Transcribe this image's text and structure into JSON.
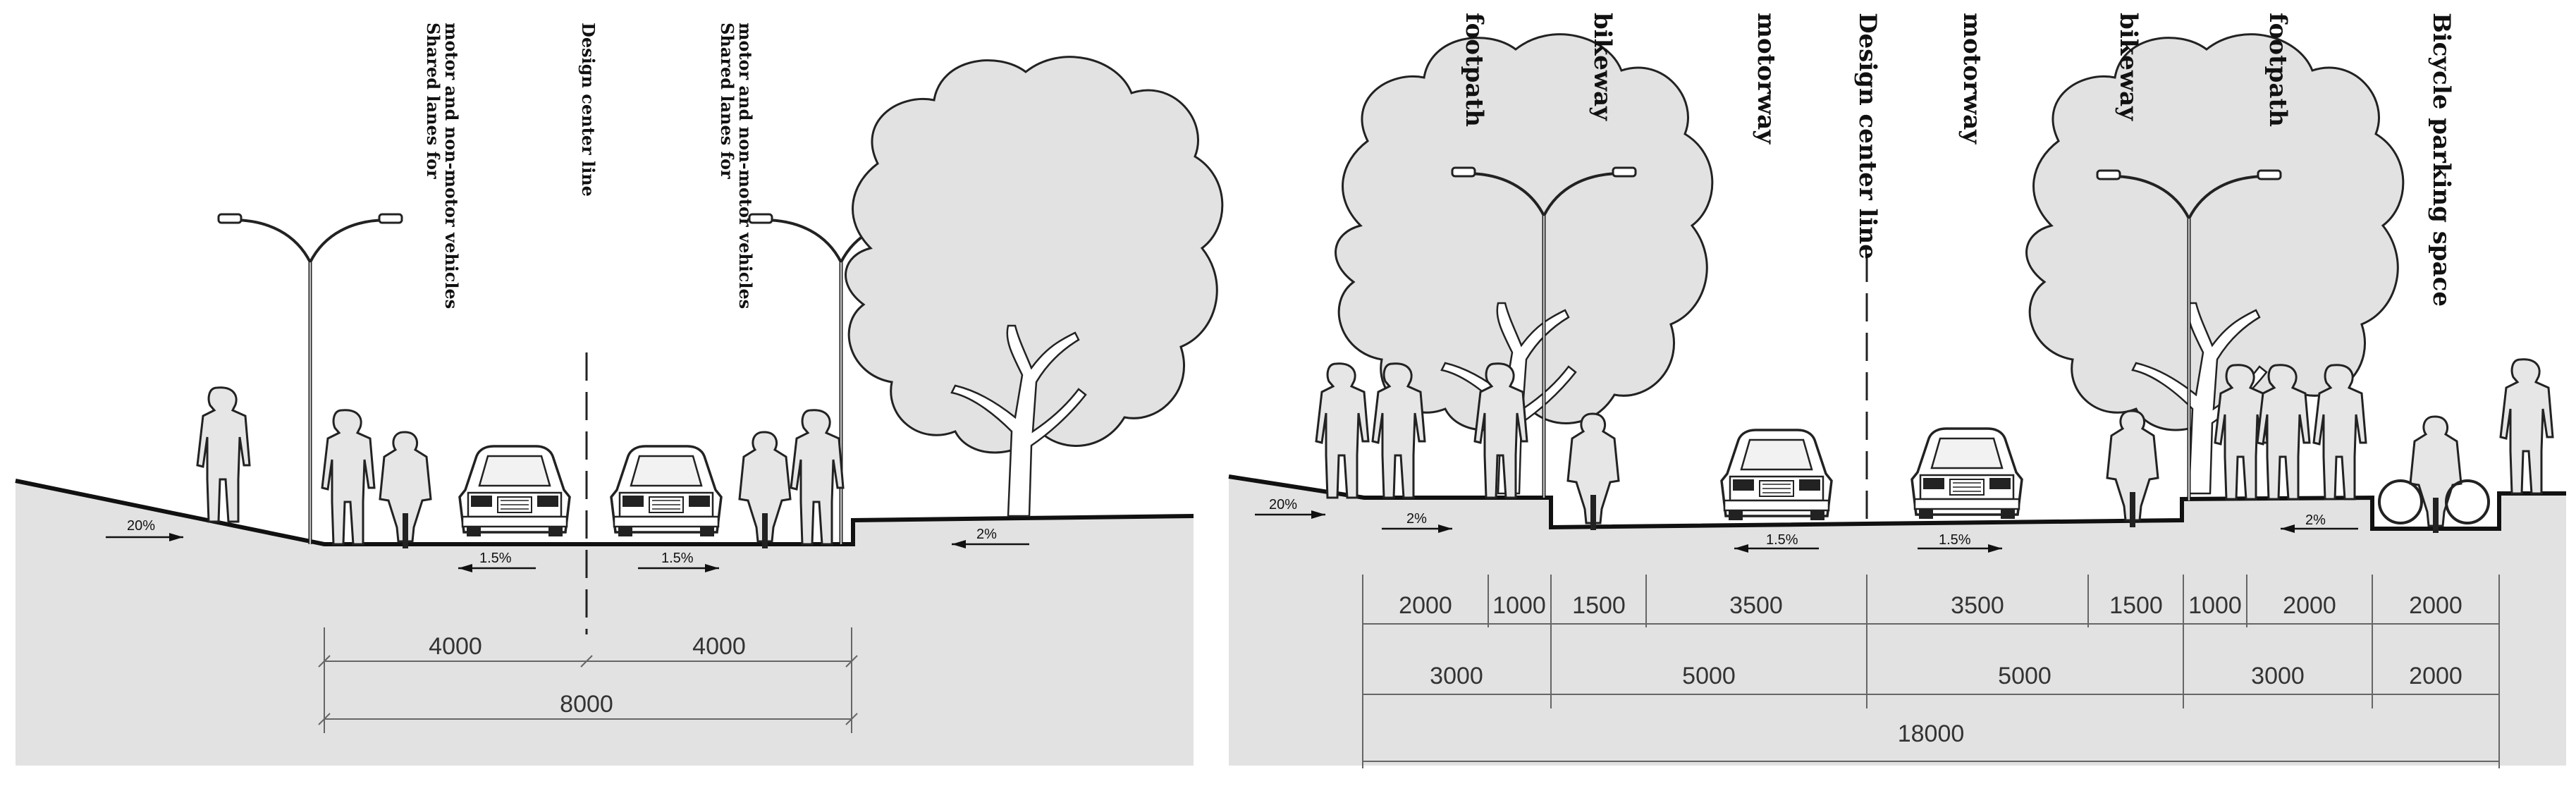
{
  "left_section": {
    "labels": {
      "shared_left_1": "Shared lanes for",
      "shared_left_2": "motor and non-motor vehicles",
      "center": "Design center line",
      "shared_right_1": "Shared lanes for",
      "shared_right_2": "motor and non-motor vehicles"
    },
    "slopes": [
      "20%",
      "1.5%",
      "1.5%",
      "2%"
    ],
    "dimensions": {
      "lane_left": "4000",
      "lane_right": "4000",
      "total": "8000"
    }
  },
  "right_section": {
    "labels": {
      "footpath_left": "footpath",
      "bikeway_left": "bikeway",
      "motorway_left": "motorway",
      "center": "Design center line",
      "motorway_right": "motorway",
      "bikeway_right": "bikeway",
      "footpath_right": "footpath",
      "parking": "Bicycle parking space"
    },
    "slopes": [
      "20%",
      "2%",
      "1.5%",
      "1.5%",
      "2%"
    ],
    "dimensions": {
      "row1": [
        "2000",
        "1000",
        "1500",
        "3500",
        "3500",
        "1500",
        "1000",
        "2000",
        "2000"
      ],
      "row2": [
        "3000",
        "5000",
        "5000",
        "3000",
        "2000"
      ],
      "total": "18000"
    }
  }
}
